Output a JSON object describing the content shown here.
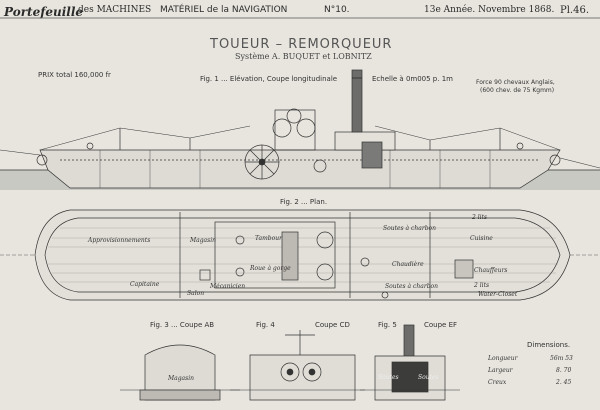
{
  "header": {
    "publication_left": "Portefeuille",
    "publication_mid": "des MACHINES",
    "section": "MATÉRIEL de la NAVIGATION",
    "number": "N°10.",
    "date": "13e Année. Novembre 1868.",
    "plate": "Pl.46."
  },
  "title": "TOUEUR – REMORQUEUR",
  "subtitle": "Système A. BUQUET et LOBNITZ",
  "price": "PRIX total 160,000 fr",
  "fig1": {
    "caption": "Fig. 1 ... Elévation, Coupe longitudinale",
    "scale": "Echelle à 0m005 p. 1m",
    "power_line1": "Force 90 chevaux Anglais,",
    "power_line2": "(600 chev. de 75 Kgmm)"
  },
  "fig2": {
    "caption": "Fig. 2 ... Plan.",
    "labels": {
      "approvisionnements": "Approvisionnements",
      "magasin": "Magasin",
      "tambour": "Tambour",
      "roue_a_gorge": "Roue à gorge",
      "capitaine": "Capitaine",
      "mecanicien": "Mécanicien",
      "salon": "Salon",
      "soutes_charbon_top": "Soutes à charbon",
      "soutes_charbon_bottom": "Soutes à charbon",
      "chaudiere": "Chaudière",
      "lits_top": "2 lits",
      "lits_bottom": "2 lits",
      "cuisine": "Cuisine",
      "chauffeurs": "Chauffeurs",
      "water_closet": "Water-Closet"
    }
  },
  "fig3": {
    "caption": "Fig. 3 ... Coupe AB",
    "label": "Magasin"
  },
  "fig4": {
    "caption": "Fig. 4",
    "coupe": "Coupe CD"
  },
  "fig5": {
    "caption": "Fig. 5",
    "coupe": "Coupe EF",
    "label_left": "Soutes",
    "label_right": "Soutes"
  },
  "dimensions": {
    "heading": "Dimensions.",
    "rows": [
      {
        "label": "Longueur",
        "value": "56m 53"
      },
      {
        "label": "Largeur",
        "value": "8. 70"
      },
      {
        "label": "Creux",
        "value": "2. 45"
      }
    ]
  }
}
